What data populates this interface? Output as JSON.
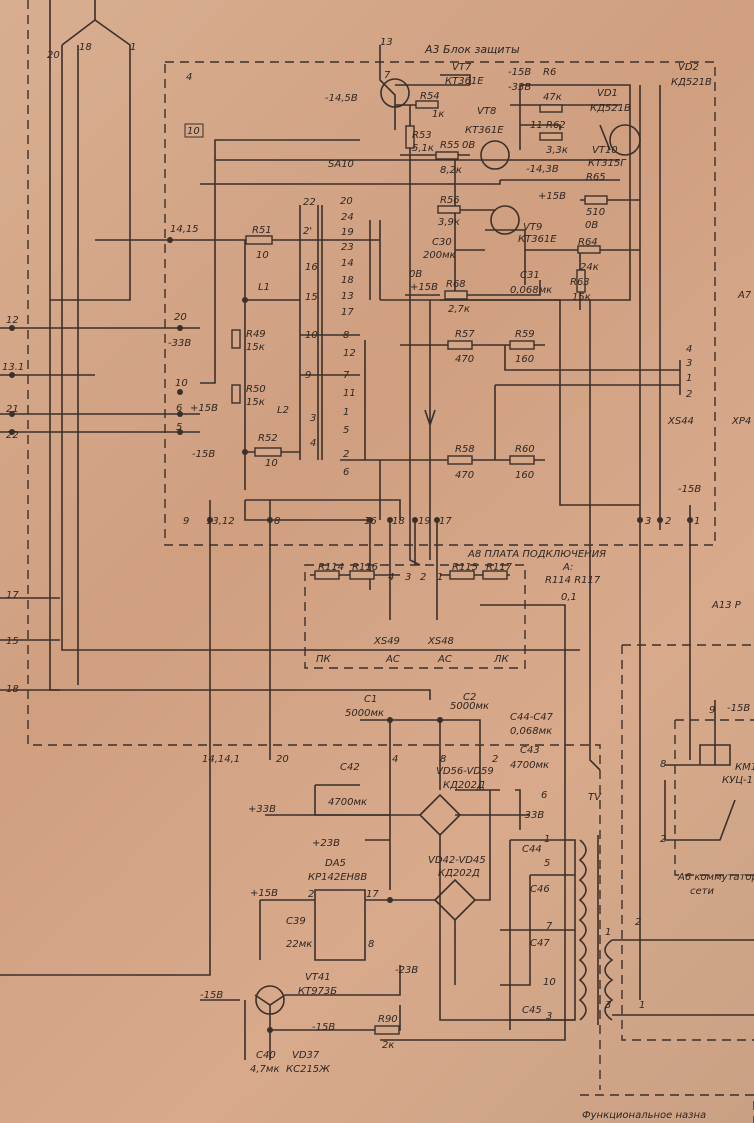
{
  "title": "A3 Блок защиты",
  "blocks": {
    "a8": "A8 ПЛАТА ПОДКЛЮЧЕНИЯ",
    "a8_note": [
      "A:",
      "R114 R117",
      "0,1"
    ],
    "a13": "A13 Р",
    "a6": [
      "A6 коммутатор",
      "сети"
    ],
    "a7": "A7",
    "footer": "Функциональное назна"
  },
  "top_pins": [
    "20",
    "18",
    "1",
    "13",
    "7",
    "4"
  ],
  "protection": {
    "vt7": [
      "VT7",
      "КТ361Е"
    ],
    "vt8": [
      "VT8",
      "КТ361Е"
    ],
    "vt9": [
      "VT9",
      "КТ361Е"
    ],
    "vt10": [
      "VT10",
      "КТ315Г"
    ],
    "vd1": [
      "VD1",
      "КД521В"
    ],
    "vd2": [
      "VD2",
      "КД521В"
    ],
    "r54": [
      "R54",
      "1к"
    ],
    "r53": [
      "R53",
      "5,1к"
    ],
    "r55": [
      "R55",
      "8,2к"
    ],
    "r6": [
      "R6",
      "47к"
    ],
    "r62": [
      "R62",
      "3,3к"
    ],
    "r65": [
      "R65",
      "510"
    ],
    "r56": [
      "R56",
      "3,9к"
    ],
    "c30": [
      "C30",
      "200мк"
    ],
    "c31": [
      "C31",
      "0,068мк"
    ],
    "r64": [
      "R64",
      "24к"
    ],
    "r63": [
      "R63",
      "15к"
    ],
    "r68": [
      "R68",
      "2,7к"
    ],
    "volt": [
      "-14,5В",
      "0В",
      "-15В",
      "-33В",
      "-14,3В",
      "+15В",
      "0В",
      "0В",
      "+15В"
    ],
    "box11": "11",
    "box10": "10",
    "sa10": "SA10"
  },
  "switch": {
    "r51": [
      "R51",
      "10"
    ],
    "l1": "L1",
    "r49": [
      "R49",
      "15к"
    ],
    "r50": [
      "R50",
      "15к"
    ],
    "l2": "L2",
    "r52": [
      "R52",
      "10"
    ],
    "left_pins": [
      "22",
      "2'",
      "16",
      "15",
      "10",
      "9",
      "3",
      "4"
    ],
    "right_pins": [
      "20",
      "24",
      "19",
      "23",
      "14",
      "18",
      "13",
      "17",
      "8",
      "12",
      "7",
      "11",
      "1",
      "5",
      "2",
      "6"
    ],
    "in": "14,15"
  },
  "left_pins": [
    {
      "n": "12"
    },
    {
      "n": "13.1"
    },
    {
      "n": "21"
    },
    {
      "n": "22"
    },
    {
      "n": "17"
    },
    {
      "n": "15"
    },
    {
      "n": "18"
    }
  ],
  "inner_pins": [
    "20",
    "-33В",
    "10",
    "6",
    "+15В",
    "5",
    "-15В",
    "9",
    "13,12",
    "8",
    "16",
    "18",
    "19",
    "17"
  ],
  "outputs": {
    "r57": [
      "R57",
      "470"
    ],
    "r59": [
      "R59",
      "160"
    ],
    "r58": [
      "R58",
      "470"
    ],
    "r60": [
      "R60",
      "160"
    ],
    "xs44": "XS44",
    "xs44_pins": [
      "4",
      "3",
      "1",
      "2"
    ],
    "xp4": "XP4",
    "m15": "-15В",
    "pins": [
      "3",
      "2",
      "1"
    ]
  },
  "a8board": {
    "r": [
      "R114",
      "R116",
      "R115",
      "R117"
    ],
    "pins": [
      "4",
      "3",
      "2",
      "1"
    ],
    "xs49": "XS49",
    "xs48": "XS48",
    "labels": [
      "ПК",
      "АС",
      "АС",
      "ЛК"
    ]
  },
  "power": {
    "c1": [
      "C1",
      "5000мк"
    ],
    "c2": [
      "C2",
      "5000мк"
    ],
    "c4447": [
      "C44-C47",
      "0,068мк"
    ],
    "c43": [
      "C43",
      "4700мк"
    ],
    "c42": [
      "C42",
      "4700мк"
    ],
    "vd56": [
      "VD56-VD59",
      "КД202Д"
    ],
    "vd42": [
      "VD42-VD45",
      "КД202Д"
    ],
    "da5": [
      "DA5",
      "КР142ЕН8В"
    ],
    "c39": [
      "C39",
      "22мк"
    ],
    "c44": "C44",
    "c46": "C46",
    "c47": "C47",
    "c45": "C45",
    "vt41": [
      "VT41",
      "КТ973Б"
    ],
    "r90": [
      "R90",
      "2к"
    ],
    "c40": [
      "C40",
      "4,7мк"
    ],
    "vd37": [
      "VD37",
      "КС215Ж"
    ],
    "pins": [
      "14,14,1",
      "20",
      "4",
      "8",
      "2",
      "6",
      "2",
      "17",
      "8",
      "5",
      "7",
      "10",
      "3",
      "1"
    ],
    "volt": [
      "+33В",
      "-33В",
      "+23В",
      "+15В",
      "-23В",
      "-15В",
      "-15В"
    ],
    "tv": "TV"
  },
  "relay": {
    "km": [
      "КМ1",
      "КУЦ-1"
    ],
    "pins": [
      "9",
      "8",
      "2"
    ],
    "m15": "-15В",
    "tr_pins": [
      "1",
      "2",
      "3",
      "1"
    ]
  }
}
